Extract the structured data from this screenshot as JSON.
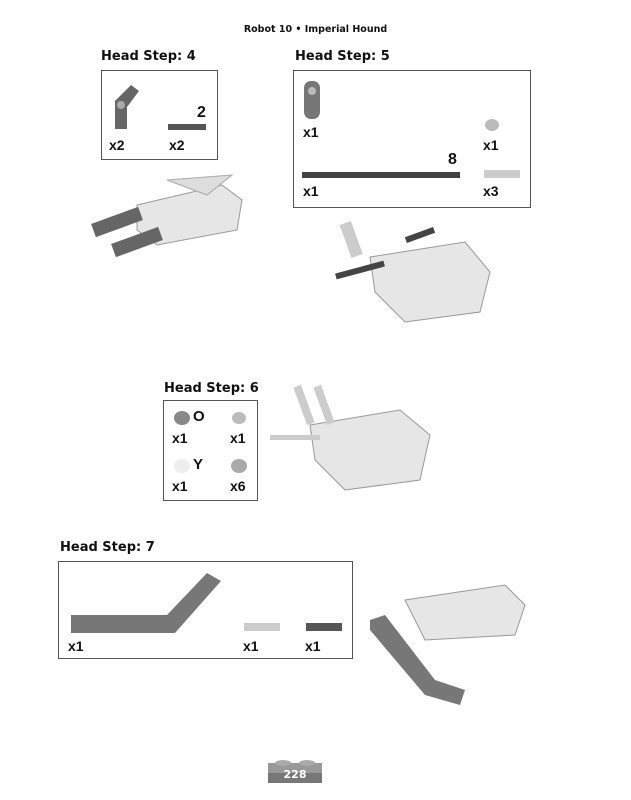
{
  "header": "Robot 10 • Imperial Hound",
  "steps": [
    {
      "title": "Head Step: 4",
      "parts": [
        {
          "qty": "x2"
        },
        {
          "qty": "x2",
          "length": "2"
        }
      ]
    },
    {
      "title": "Head Step: 5",
      "parts": [
        {
          "qty": "x1"
        },
        {
          "qty": "x1"
        },
        {
          "qty": "x1",
          "length": "8"
        },
        {
          "qty": "x3"
        }
      ]
    },
    {
      "title": "Head Step: 6",
      "parts": [
        {
          "qty": "x1",
          "color_code": "O"
        },
        {
          "qty": "x1"
        },
        {
          "qty": "x1",
          "color_code": "Y"
        },
        {
          "qty": "x6"
        }
      ]
    },
    {
      "title": "Head Step: 7",
      "parts": [
        {
          "qty": "x1"
        },
        {
          "qty": "x1"
        },
        {
          "qty": "x1"
        }
      ]
    }
  ],
  "page_number": "228"
}
